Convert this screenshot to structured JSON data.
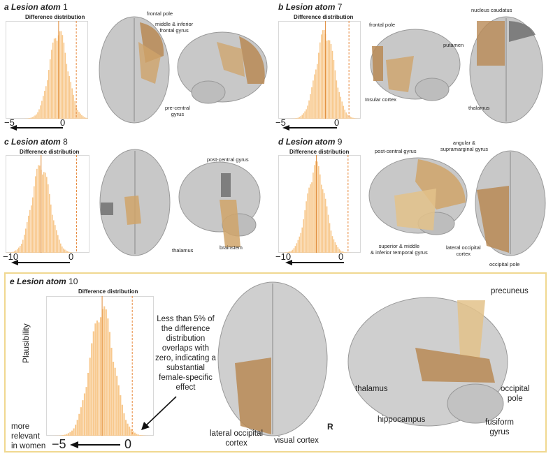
{
  "colors": {
    "bar": "#f8c98e",
    "median": "#e08d3c",
    "zero": "#e8893c",
    "frame": "#f0d890",
    "region": "#c89050"
  },
  "panels": [
    {
      "id": "a",
      "letter": "a",
      "title": "Lesion atom",
      "number": "1",
      "hist_title": "Difference distribution",
      "ticks": [
        "−5",
        "0"
      ],
      "labels": [
        "frontal pole",
        "middle & inferior\nfrontal gyrus",
        "pre-central\ngyrus"
      ]
    },
    {
      "id": "b",
      "letter": "b",
      "title": "Lesion atom",
      "number": "7",
      "hist_title": "Difference distribution",
      "ticks": [
        "−5",
        "0"
      ],
      "labels": [
        "frontal pole",
        "Insular cortex",
        "nucleus caudatus",
        "putamen",
        "thalamus"
      ]
    },
    {
      "id": "c",
      "letter": "c",
      "title": "Lesion atom",
      "number": "8",
      "hist_title": "Difference distribution",
      "ticks": [
        "−10",
        "0"
      ],
      "labels": [
        "post-central gyrus",
        "thalamus",
        "brainstem"
      ]
    },
    {
      "id": "d",
      "letter": "d",
      "title": "Lesion atom",
      "number": "9",
      "hist_title": "Difference distribution",
      "ticks": [
        "−10",
        "0"
      ],
      "labels": [
        "post-central gyrus",
        "angular &\nsupramarginal gyrus",
        "superior & middle\n& inferior temporal gyrus",
        "lateral occipital\ncortex",
        "occipital pole"
      ]
    },
    {
      "id": "e",
      "letter": "e",
      "title": "Lesion atom",
      "number": "10",
      "hist_title": "Difference distribution",
      "ticks": [
        "−5",
        "0"
      ],
      "ylabel": "Plausibility",
      "annotation": "Less than 5% of\nthe difference\ndistribution\noverlaps with\nzero, indicating a\nsubstantial\nfemale-specific\neffect",
      "arrow_label": "more\nrelevant\nin women",
      "hemisphere": "R",
      "labels": [
        "lateral occipital\ncortex",
        "visual cortex",
        "precuneus",
        "thalamus",
        "hippocampus",
        "occipital\npole",
        "fusiform\ngyrus"
      ]
    }
  ],
  "chart_data": [
    {
      "type": "bar",
      "title": "Difference distribution",
      "xlabel": "",
      "ylabel": "",
      "xlim": [
        -6,
        1
      ],
      "median": -1.5,
      "zero_line": 0,
      "shape": "unimodal, narrow, peak near -1.3"
    },
    {
      "type": "bar",
      "title": "Difference distribution",
      "xlabel": "",
      "ylabel": "",
      "xlim": [
        -6,
        1
      ],
      "median": -2.0,
      "zero_line": 0,
      "shape": "unimodal, peak near -2"
    },
    {
      "type": "bar",
      "title": "Difference distribution",
      "xlabel": "",
      "ylabel": "",
      "xlim": [
        -11,
        2
      ],
      "median": -5.5,
      "zero_line": 0,
      "shape": "unimodal, wide, peak near -5"
    },
    {
      "type": "bar",
      "title": "Difference distribution",
      "xlabel": "",
      "ylabel": "",
      "xlim": [
        -11,
        2
      ],
      "median": -5.0,
      "zero_line": 0,
      "shape": "unimodal, peak near -5"
    },
    {
      "type": "bar",
      "title": "Difference distribution",
      "xlabel": "",
      "ylabel": "Plausibility",
      "xlim": [
        -8,
        2
      ],
      "median": -2.8,
      "zero_line": 0,
      "shape": "unimodal, peak near -2.8, <5% mass above 0"
    }
  ]
}
